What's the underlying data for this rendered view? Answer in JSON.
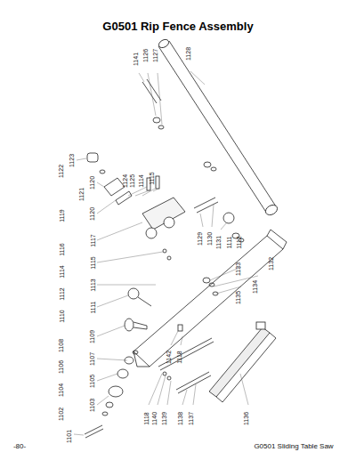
{
  "diagram": {
    "title": "G0501 Rip Fence Assembly",
    "labels": [
      "1141",
      "1126",
      "1127",
      "1128",
      "1123",
      "1122",
      "1120",
      "1121",
      "1120",
      "1119",
      "1124",
      "1125",
      "1114",
      "1115",
      "1117",
      "1116",
      "1115",
      "1114",
      "1113",
      "1112",
      "1111",
      "1110",
      "1109",
      "1108",
      "1107",
      "1106",
      "1105",
      "1104",
      "1103",
      "1102",
      "1101",
      "1129",
      "1130",
      "1131",
      "1111",
      "1112",
      "1133",
      "1132",
      "1134",
      "1135",
      "1142",
      "1118",
      "1118",
      "1140",
      "1139",
      "1138",
      "1137",
      "1136",
      "-80-",
      "G0501 Sliding Table Saw"
    ]
  }
}
